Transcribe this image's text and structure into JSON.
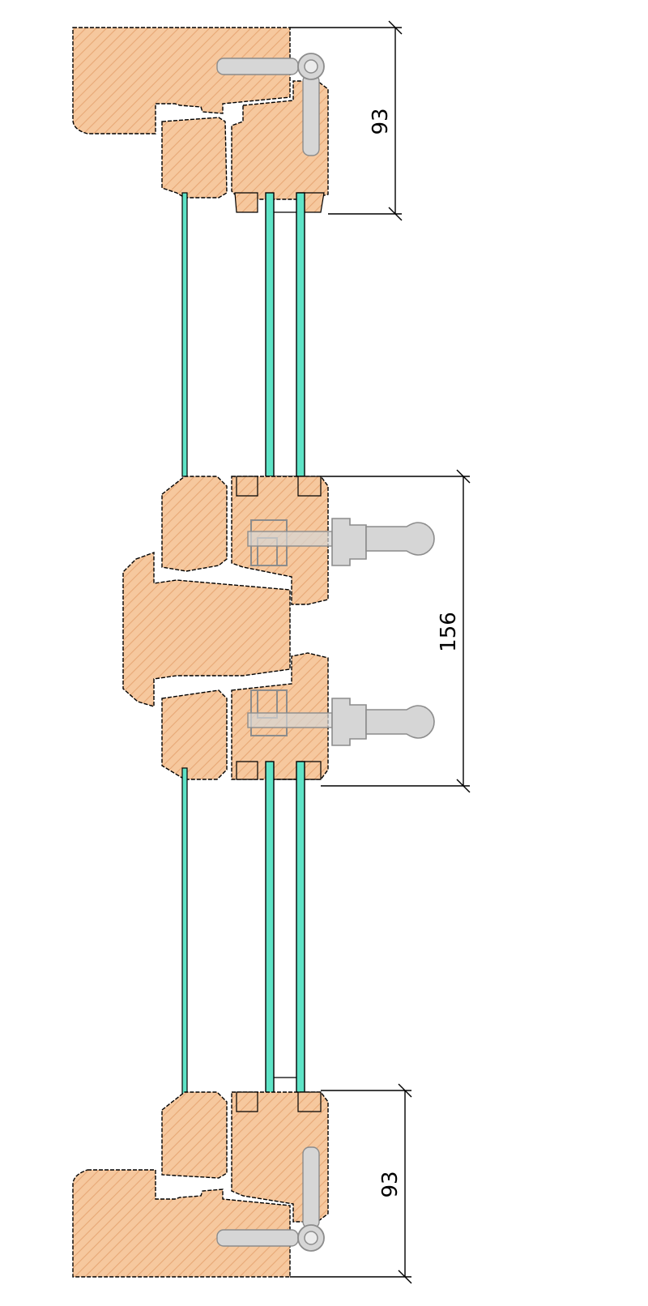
{
  "colors": {
    "wood": "#f6c89e",
    "wood_hatch": "#e7a876",
    "glass": "#5ee3c6",
    "hardware": "#d6d6d6",
    "hardware_stroke": "#8c8c8c",
    "line": "#000000"
  },
  "dimensions": {
    "top": "93",
    "middle": "156",
    "bottom": "93"
  }
}
